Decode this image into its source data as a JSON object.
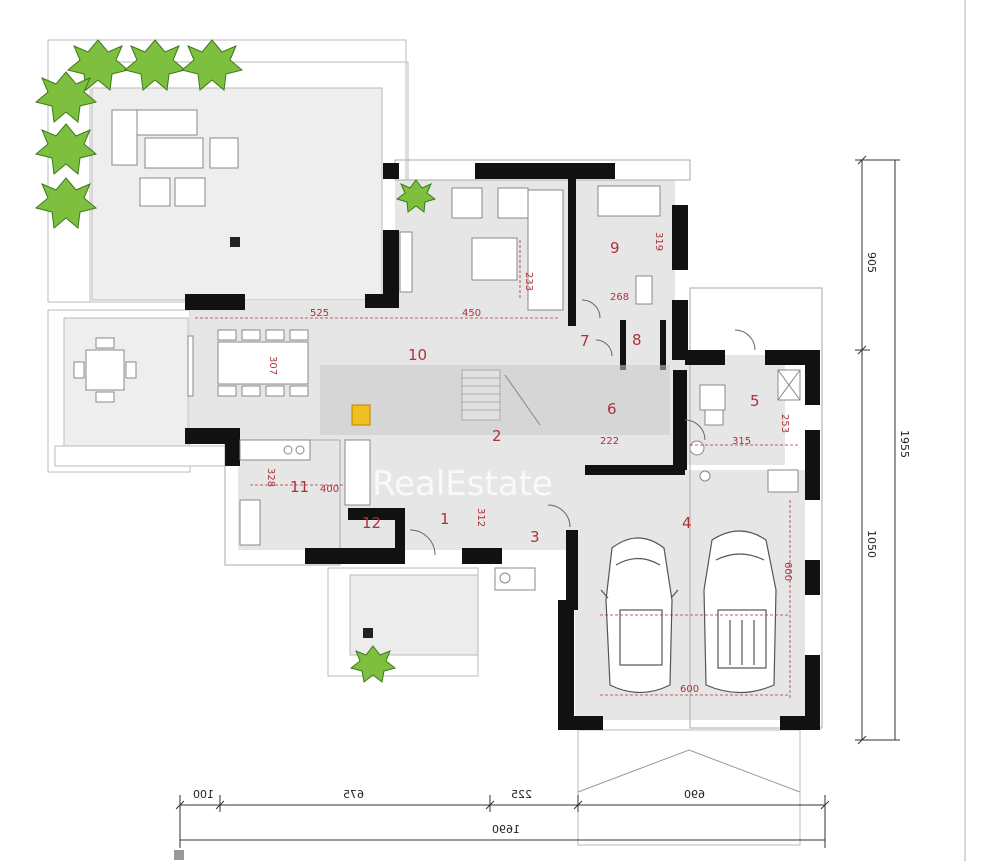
{
  "watermark": {
    "text": "RealEstate"
  },
  "rooms": [
    {
      "id": "1",
      "label": "1"
    },
    {
      "id": "2",
      "label": "2"
    },
    {
      "id": "3",
      "label": "3"
    },
    {
      "id": "4",
      "label": "4"
    },
    {
      "id": "5",
      "label": "5"
    },
    {
      "id": "6",
      "label": "6"
    },
    {
      "id": "7",
      "label": "7"
    },
    {
      "id": "8",
      "label": "8"
    },
    {
      "id": "9",
      "label": "9"
    },
    {
      "id": "10",
      "label": "10"
    },
    {
      "id": "11",
      "label": "11"
    },
    {
      "id": "12",
      "label": "12"
    }
  ],
  "interior_dimensions": {
    "d525": "525",
    "d450": "450",
    "d233": "233",
    "d307": "307",
    "d319": "319",
    "d268": "268",
    "d400": "400",
    "d328": "328",
    "d315": "315",
    "d253": "253",
    "d222": "222",
    "d312": "312",
    "d600_vertical": "600",
    "d600_horizontal": "600"
  },
  "exterior_dimensions": {
    "bottom_segments": [
      "100",
      "675",
      "225",
      "690"
    ],
    "bottom_total": "1690",
    "right_segments": [
      "905",
      "1050"
    ],
    "right_total": "1955"
  }
}
